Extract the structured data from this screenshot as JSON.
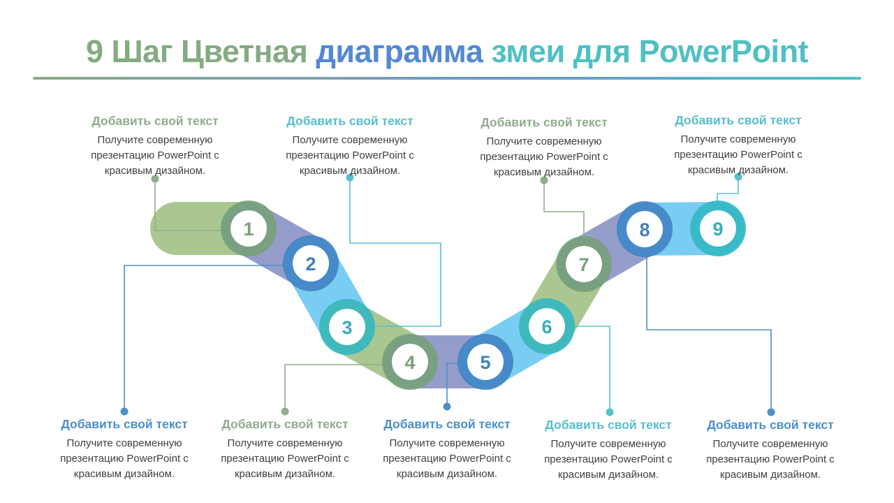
{
  "slide": {
    "title": {
      "part1": "9 Шаг Цветная ",
      "part2": "диаграмма ",
      "part3": "змеи для PowerPoint"
    }
  },
  "colors": {
    "title_green": "#84ab82",
    "title_blue": "#5488d4",
    "title_teal": "#4fc0c3",
    "band_green": "#aac791",
    "band_purple": "#949dca",
    "band_cyan": "#7acdf2",
    "ring_green": "#74a176",
    "ring_blue": "#3f80c2",
    "ring_teal": "#2fb7c2",
    "number_green": "#7aa07c",
    "number_blue": "#4280ba",
    "number_teal": "#39adbc",
    "line_green": "#8fad8c",
    "line_teal": "#56bfcc",
    "line_blue": "#4a8fc7",
    "heading_green": "#8fad8c",
    "heading_teal": "#56bfcc",
    "heading_blue": "#4a8fc7",
    "body_text": "#3f3f3f",
    "circle_inner": "#ffffff"
  },
  "steps": [
    {
      "number": "1"
    },
    {
      "number": "2"
    },
    {
      "number": "3"
    },
    {
      "number": "4"
    },
    {
      "number": "5"
    },
    {
      "number": "6"
    },
    {
      "number": "7"
    },
    {
      "number": "8"
    },
    {
      "number": "9"
    }
  ],
  "top_blocks": [
    {
      "heading": "Добавить свой текст",
      "body": "Получите современную презентацию PowerPoint с красивым дизайном."
    },
    {
      "heading": "Добавить свой текст",
      "body": "Получите современную презентацию PowerPoint с красивым дизайном."
    },
    {
      "heading": "Добавить свой текст",
      "body": "Получите современную презентацию PowerPoint с красивым дизайном."
    },
    {
      "heading": "Добавить свой текст",
      "body": "Получите современную презентацию PowerPoint с красивым дизайном."
    }
  ],
  "bottom_blocks": [
    {
      "heading": "Добавить свой текст",
      "body": "Получите современную презентацию PowerPoint с красивым дизайном."
    },
    {
      "heading": "Добавить свой текст",
      "body": "Получите современную презентацию PowerPoint с красивым дизайном."
    },
    {
      "heading": "Добавить свой текст",
      "body": "Получите современную презентацию PowerPoint с красивым дизайном."
    },
    {
      "heading": "Добавить свой текст",
      "body": "Получите современную презентацию PowerPoint с красивым дизайном."
    },
    {
      "heading": "Добавить свой текст",
      "body": "Получите современную презентацию PowerPoint с красивым дизайном."
    }
  ]
}
